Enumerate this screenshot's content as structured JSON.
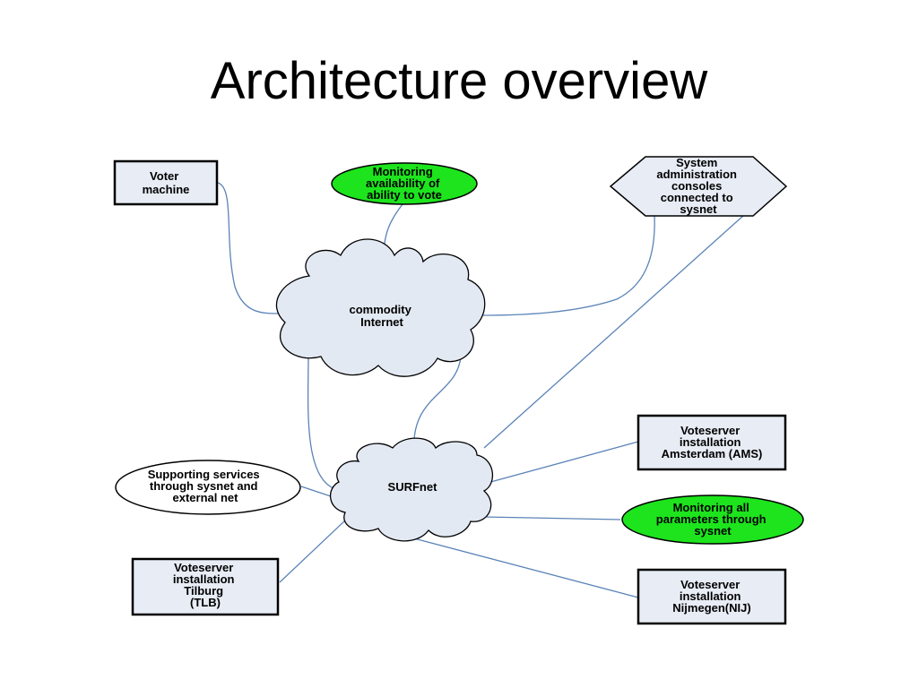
{
  "title": "Architecture overview",
  "colors": {
    "box_fill": "#e7ecf5",
    "cloud_fill": "#e3e9f3",
    "status_green": "#1de41d",
    "connector": "#5b83b7",
    "outline": "#000000"
  },
  "nodes": {
    "voter_machine": [
      "Voter",
      "machine"
    ],
    "monitoring_vote": [
      "Monitoring",
      "availability of",
      "ability to vote"
    ],
    "sysadmin": [
      "System",
      "administration",
      "consoles",
      "connected to",
      "sysnet"
    ],
    "commodity_internet": [
      "commodity",
      "Internet"
    ],
    "surfnet": [
      "SURFnet"
    ],
    "supporting_services": [
      "Supporting services",
      "through sysnet and",
      "external net"
    ],
    "ams": [
      "Voteserver",
      "installation",
      "Amsterdam (AMS)"
    ],
    "monitoring_all": [
      "Monitoring all",
      "parameters through",
      "sysnet"
    ],
    "tilburg": [
      "Voteserver",
      "installation",
      "Tilburg",
      "(TLB)"
    ],
    "nijmegen": [
      "Voteserver",
      "installation",
      "Nijmegen(NIJ)"
    ]
  }
}
